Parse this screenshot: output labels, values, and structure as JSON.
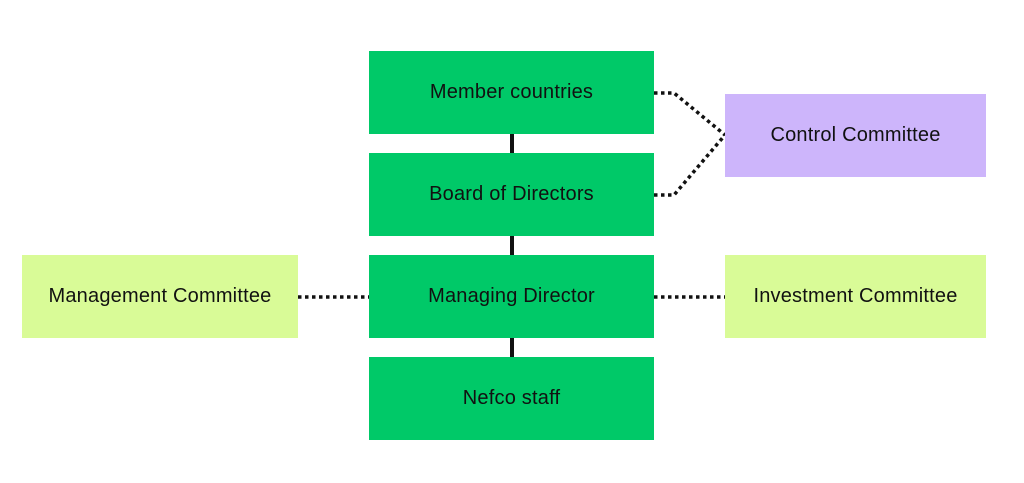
{
  "nodes": {
    "member_countries": "Member countries",
    "board_of_directors": "Board of Directors",
    "managing_director": "Managing Director",
    "nefco_staff": "Nefco staff",
    "control_committee": "Control Committee",
    "management_committee": "Management Committee",
    "investment_committee": "Investment Committee"
  },
  "colors": {
    "primary_box": "#00c968",
    "committee_box": "#d9fb97",
    "control_box": "#cdb5fb",
    "connector": "#111111"
  }
}
